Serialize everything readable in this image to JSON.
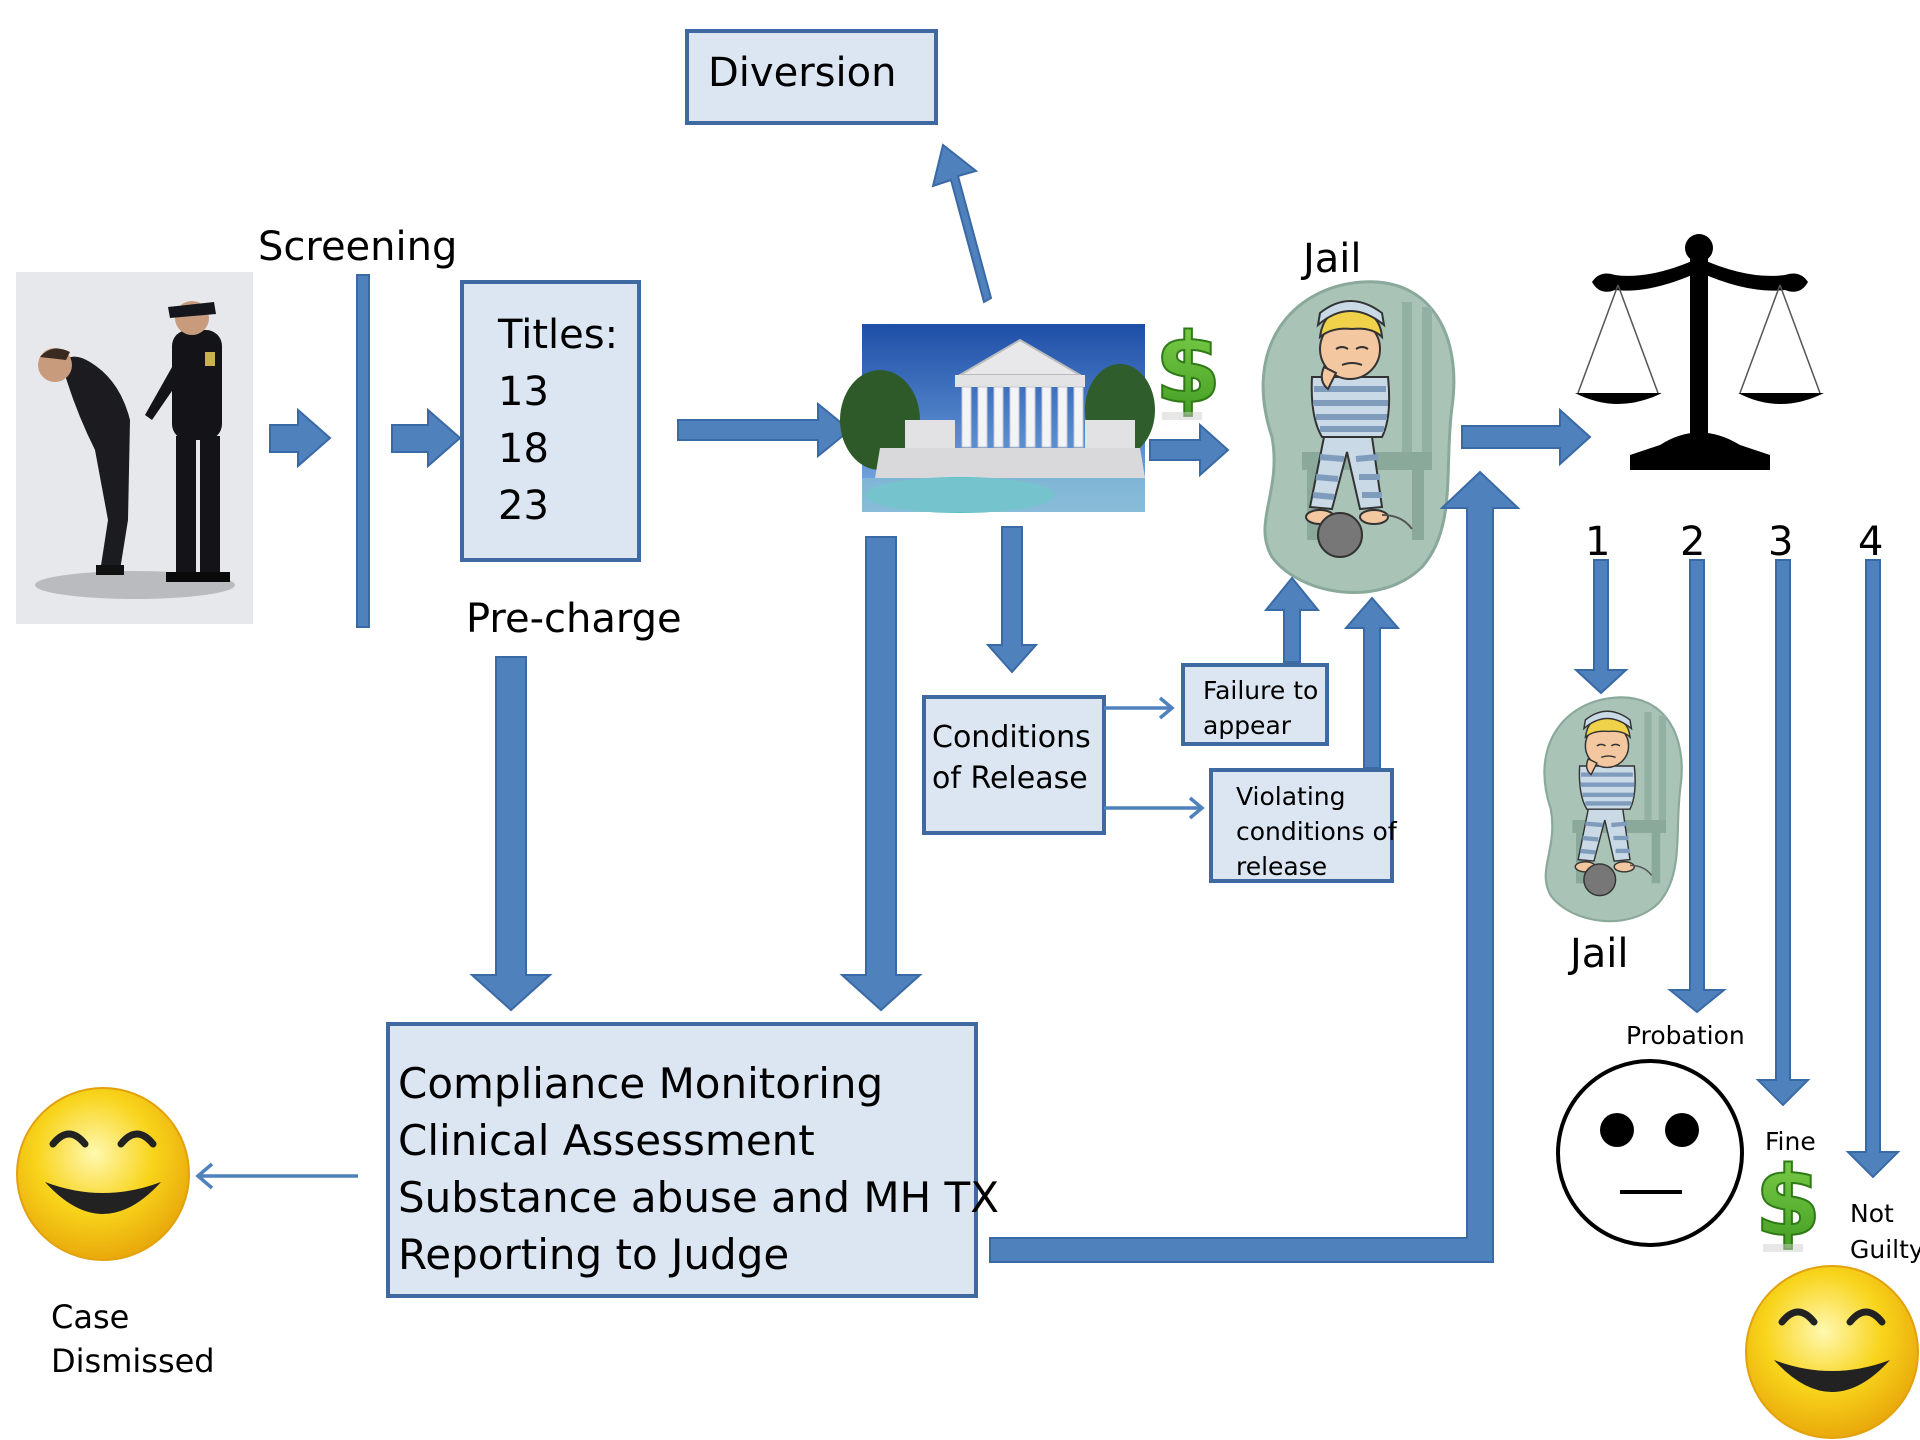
{
  "labels": {
    "screening": "Screening",
    "pre_charge": "Pre-charge",
    "diversion": "Diversion",
    "jail_top": "Jail",
    "jail_bottom": "Jail",
    "probation": "Probation",
    "fine": "Fine",
    "not_guilty_1": "Not",
    "not_guilty_2": "Guilty",
    "case_dismissed_1": "Case",
    "case_dismissed_2": "Dismissed",
    "dollar_sign": "$"
  },
  "titles_box": {
    "heading": "Titles:",
    "items": [
      "13",
      "18",
      "23"
    ]
  },
  "conditions_box": {
    "lines": [
      "Conditions",
      "of Release"
    ]
  },
  "failure_box": {
    "lines": [
      "Failure to",
      "appear"
    ]
  },
  "violating_box": {
    "lines": [
      "Violating",
      "conditions of",
      "release"
    ]
  },
  "compliance_box": {
    "lines": [
      "Compliance Monitoring",
      "Clinical Assessment",
      "Substance abuse and MH TX",
      "Reporting to Judge"
    ]
  },
  "outcomes": [
    "1",
    "2",
    "3",
    "4"
  ],
  "icons": {
    "arrest": "arrest-photo",
    "court": "courthouse-photo",
    "prisoner": "prisoner-icon",
    "scales": "scales-of-justice-icon",
    "smiley": "smiley-face-icon",
    "neutral": "neutral-face-icon",
    "dollar": "dollar-icon"
  },
  "colors": {
    "arrow": "#4f81bd",
    "box_fill": "#dce6f2",
    "box_stroke": "#3f6aa1",
    "dollar": "#5cb531",
    "smiley": "#f7d21a"
  }
}
